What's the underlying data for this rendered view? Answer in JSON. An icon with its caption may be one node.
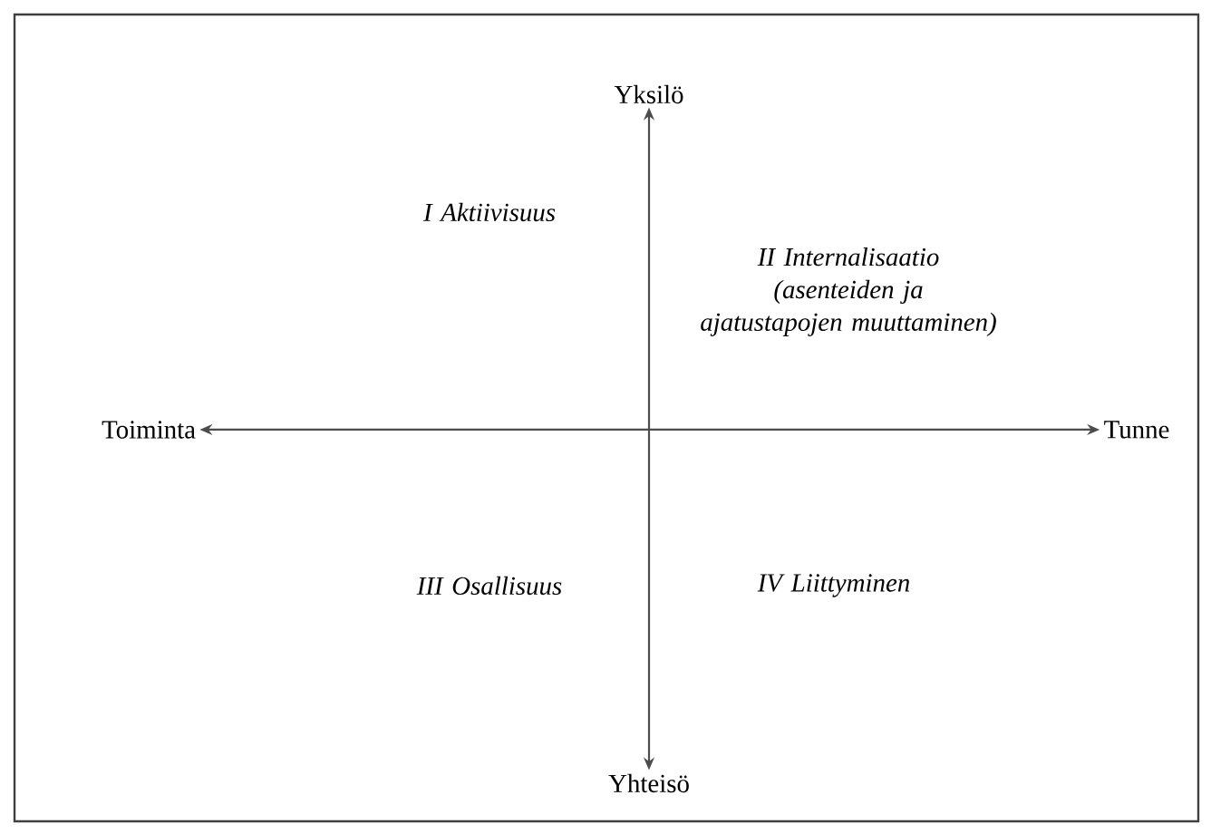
{
  "diagram": {
    "nodes": [
      {
        "text": [
          "Yksilö"
        ]
      },
      {
        "text": [
          "Yhteisö"
        ]
      },
      {
        "text": [
          "Toiminta"
        ]
      },
      {
        "text": [
          "Tunne"
        ]
      }
    ],
    "edges": [
      {
        "from": 0,
        "to": 1,
        "arrow": "both"
      },
      {
        "from": 2,
        "to": 3,
        "arrow": "both"
      }
    ],
    "labels": [
      "I Aktiivisuus",
      "II Internalisaatio (asenteiden ja ajatustapojen muuttaminen)",
      "III Osallisuus",
      "IV Liittyminen"
    ]
  }
}
